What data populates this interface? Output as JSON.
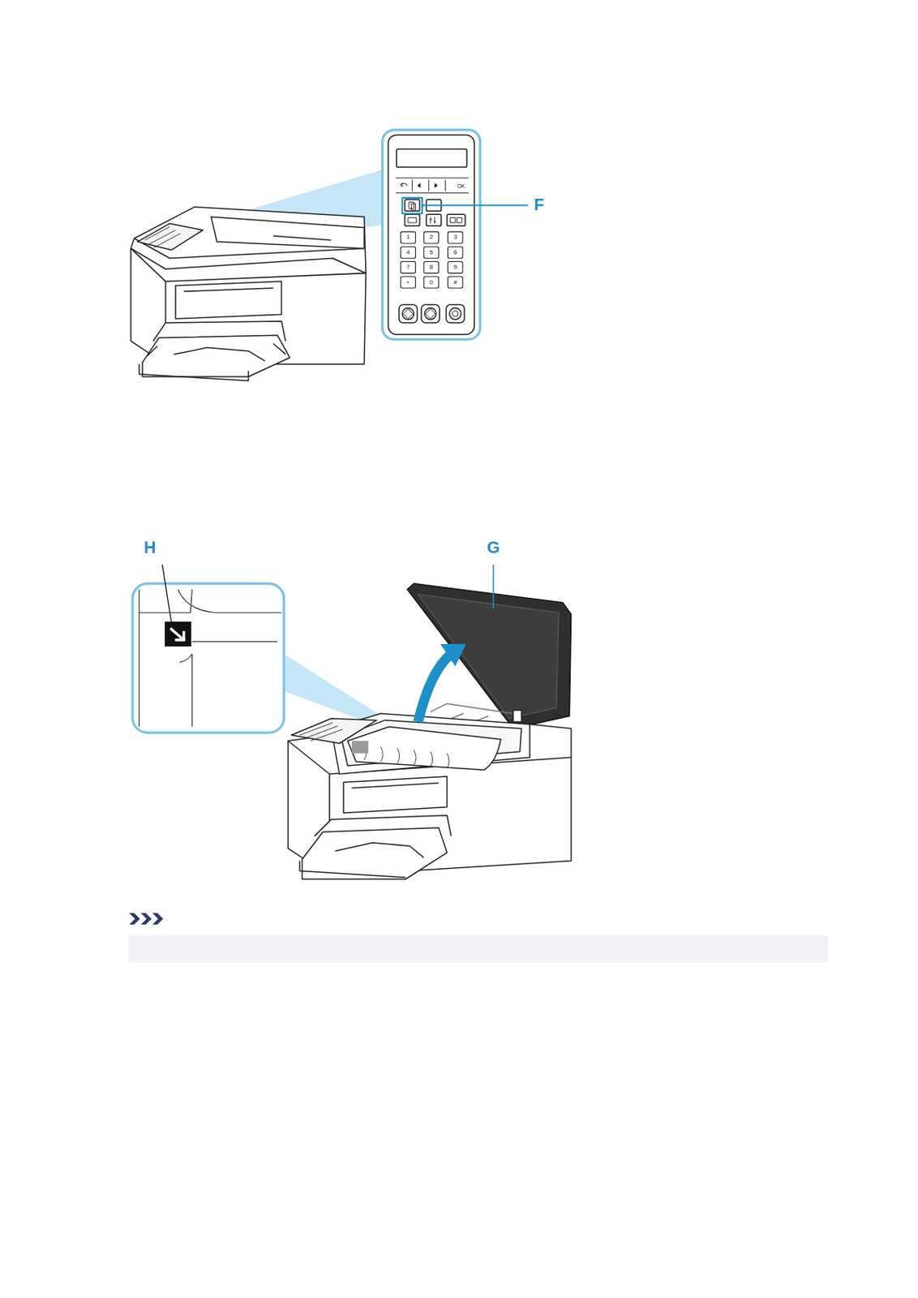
{
  "diagram": {
    "labels": [
      "F",
      "H",
      "G",
      "OK",
      "1",
      "2",
      "3",
      "4",
      "5",
      "6",
      "7",
      "8",
      "9",
      "*",
      "0",
      "#"
    ]
  }
}
